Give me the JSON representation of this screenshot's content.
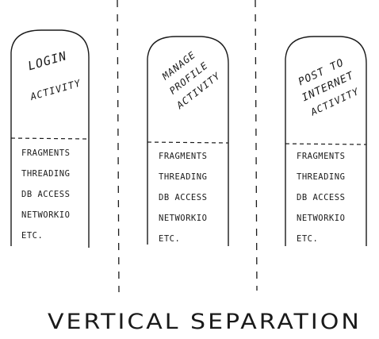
{
  "columns": [
    {
      "title_lines": [
        "Login",
        "Activity"
      ],
      "items": [
        "Fragments",
        "Threading",
        "DB Access",
        "Networkio",
        "Etc."
      ]
    },
    {
      "title_lines": [
        "Manage",
        "Profile",
        "Activity"
      ],
      "items": [
        "Fragments",
        "Threading",
        "DB Access",
        "Networkio",
        "Etc."
      ]
    },
    {
      "title_lines": [
        "Post to",
        "Internet",
        "Activity"
      ],
      "items": [
        "Fragments",
        "Threading",
        "DB Access",
        "Networkio",
        "Etc."
      ]
    }
  ],
  "caption": "Vertical Separation",
  "colors": {
    "ink": "#1a1a1a",
    "paper": "#ffffff"
  }
}
